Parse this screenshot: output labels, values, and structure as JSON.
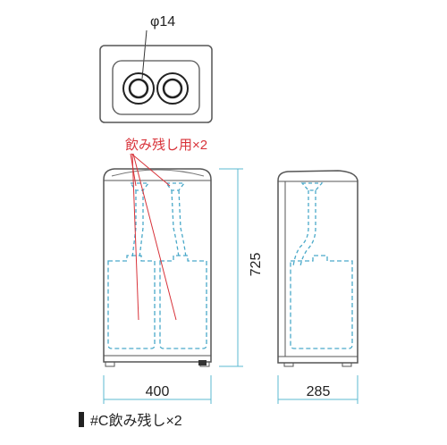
{
  "labels": {
    "hole_diameter": "φ14",
    "nozzle_note": "飲み残し用×2",
    "height": "725",
    "width": "400",
    "depth": "285",
    "caption": "#C飲み残し×2"
  },
  "colors": {
    "outline": "#555555",
    "dimension": "#5bb8d0",
    "tank": "#4aa9c9",
    "note": "#d8333a",
    "text": "#222222"
  }
}
